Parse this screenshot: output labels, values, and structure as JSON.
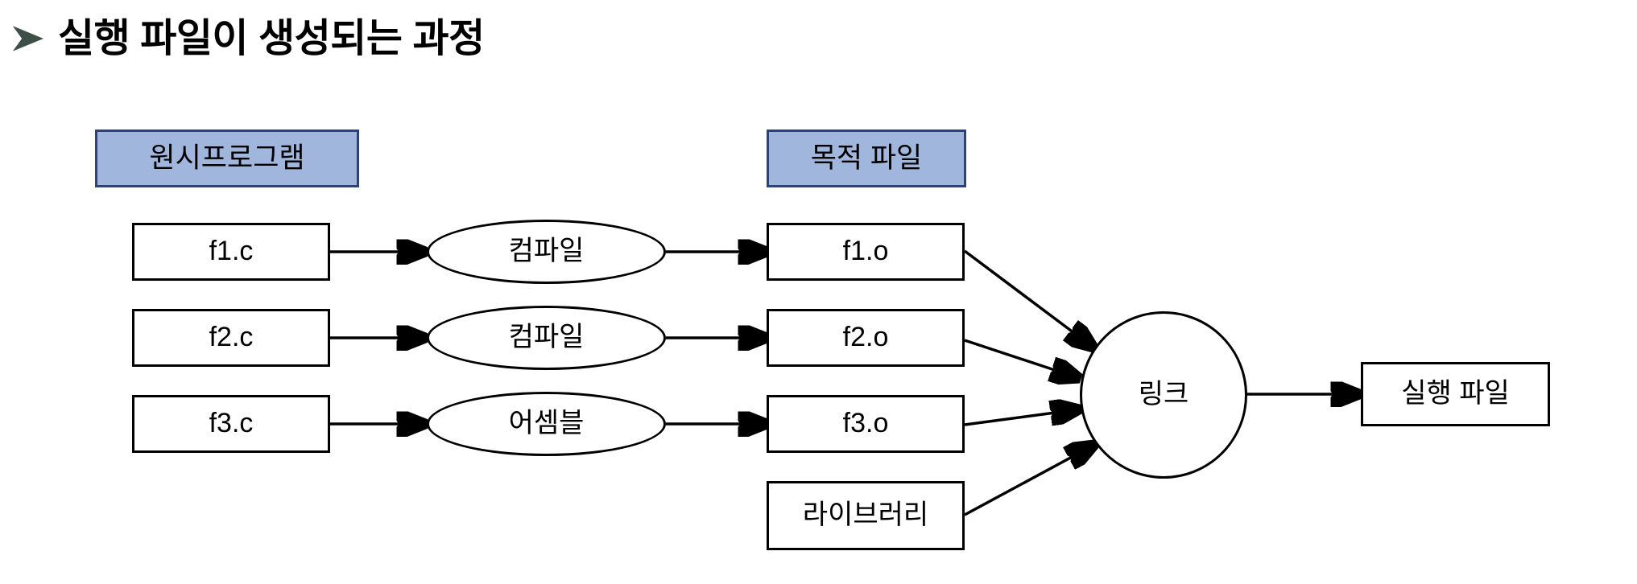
{
  "slide": {
    "title": "실행 파일이 생성되는 과정",
    "bullet_icon": "arrowhead-bullet-icon",
    "bullet_color": "#3D4F47",
    "background_color": "#FFFFFF"
  },
  "theme": {
    "header_fill": "#A0B6DC",
    "header_border": "#2E4374",
    "node_border": "#000000",
    "node_fill": "#FFFFFF",
    "connector_color": "#000000"
  },
  "diagram": {
    "type": "flow-diagram",
    "headers": [
      {
        "id": "header-source",
        "label": "원시프로그램"
      },
      {
        "id": "header-object",
        "label": "목적 파일"
      }
    ],
    "source_files": [
      {
        "id": "source-f1c",
        "label": "f1.c"
      },
      {
        "id": "source-f2c",
        "label": "f2.c"
      },
      {
        "id": "source-f3c",
        "label": "f3.c"
      }
    ],
    "processes": [
      {
        "id": "process-compile-1",
        "label": "컴파일"
      },
      {
        "id": "process-compile-2",
        "label": "컴파일"
      },
      {
        "id": "process-assemble",
        "label": "어셈블"
      }
    ],
    "object_files": [
      {
        "id": "object-f1o",
        "label": "f1.o"
      },
      {
        "id": "object-f2o",
        "label": "f2.o"
      },
      {
        "id": "object-f3o",
        "label": "f3.o"
      }
    ],
    "library": {
      "id": "library-box",
      "label": "라이브러리"
    },
    "linker": {
      "id": "linker-circle",
      "label": "링크"
    },
    "executable": {
      "id": "executable-box",
      "label": "실행 파일"
    },
    "edges": [
      {
        "from": "source-f1c",
        "to": "process-compile-1"
      },
      {
        "from": "source-f2c",
        "to": "process-compile-2"
      },
      {
        "from": "source-f3c",
        "to": "process-assemble"
      },
      {
        "from": "process-compile-1",
        "to": "object-f1o"
      },
      {
        "from": "process-compile-2",
        "to": "object-f2o"
      },
      {
        "from": "process-assemble",
        "to": "object-f3o"
      },
      {
        "from": "object-f1o",
        "to": "linker-circle"
      },
      {
        "from": "object-f2o",
        "to": "linker-circle"
      },
      {
        "from": "object-f3o",
        "to": "linker-circle"
      },
      {
        "from": "library-box",
        "to": "linker-circle"
      },
      {
        "from": "linker-circle",
        "to": "executable-box"
      }
    ]
  }
}
